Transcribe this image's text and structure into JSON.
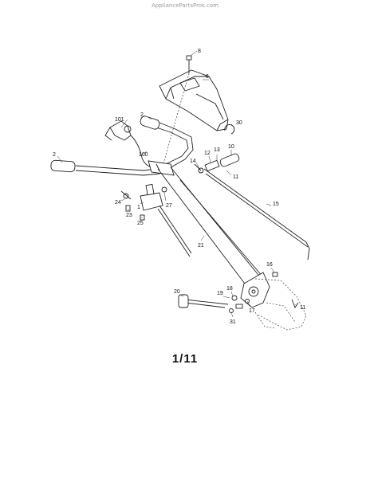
{
  "watermark": "AppliancePartsPros.com",
  "page_number": "1/11",
  "callouts": {
    "c8": "8",
    "c6": "6",
    "c101": "101",
    "c2a": "2",
    "c30": "30",
    "c100": "100",
    "c12": "12",
    "c13": "13",
    "c10": "10",
    "c2b": "2",
    "c14": "14",
    "c11a": "11",
    "c15a": "15",
    "c27": "27",
    "c24": "24",
    "c1": "1",
    "c23": "23",
    "c25": "25",
    "c21": "21",
    "c16": "16",
    "c18": "18",
    "c20": "20",
    "c19": "19",
    "c17": "17",
    "c11b": "11",
    "c31": "31"
  }
}
